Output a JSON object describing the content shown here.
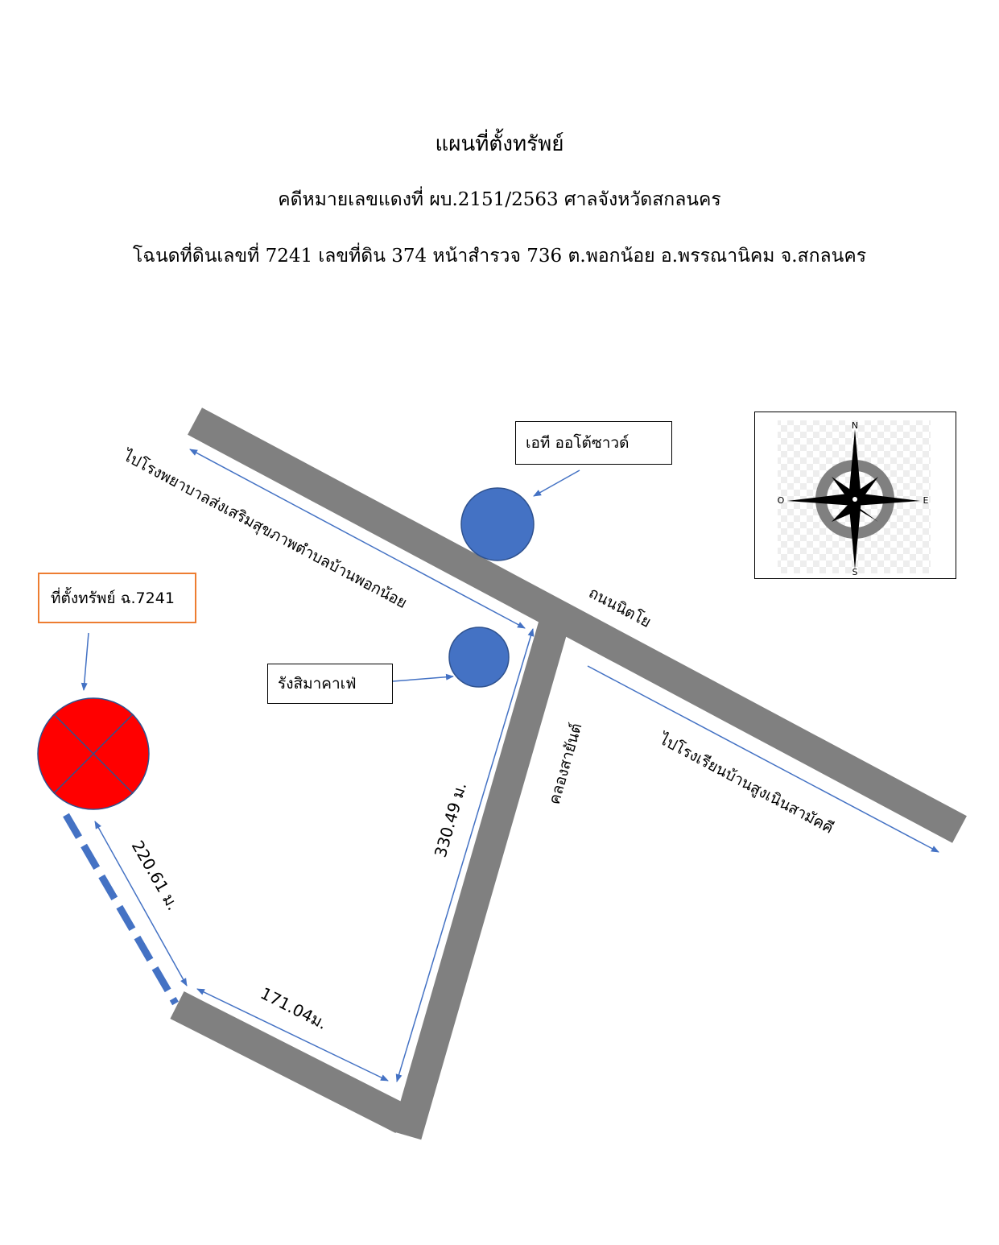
{
  "header": {
    "title": "แผนที่ตั้งทรัพย์",
    "case": "คดีหมายเลขแดงที่ ผบ.2151/2563  ศาลจังหวัดสกลนคร",
    "deed": "โฉนดที่ดินเลขที่ 7241  เลขที่ดิน 374 หน้าสำรวจ 736 ต.พอกน้อย อ.พรรณานิคม จ.สกลนคร"
  },
  "labels": {
    "road_main": "ถนนนิตโย",
    "canal": "คลองสายันต์",
    "to_hospital": "ไปโรงพยาบาลส่งเสริมสุขภาพตำบลบ้านพอกน้อย",
    "to_school": "ไปโรงเรียนบ้านสูงเนินสามัคคี",
    "box_at": "เอที ออโต้ซาวด์",
    "box_rang": "รังสิมาคาเฟ่",
    "box_property": "ที่ตั้งทรัพย์ ฉ.7241"
  },
  "distances": {
    "d1": "220.61 ม.",
    "d2": "171.04ม.",
    "d3": "330.49 ม."
  },
  "compass": {
    "n": "N",
    "e": "E",
    "s": "S",
    "w": "O"
  },
  "colors": {
    "road": "#808080",
    "arrow": "#4472C4",
    "landmark": "#4472C4",
    "property": "#FF0000",
    "property_box_border": "#ED7D31"
  }
}
